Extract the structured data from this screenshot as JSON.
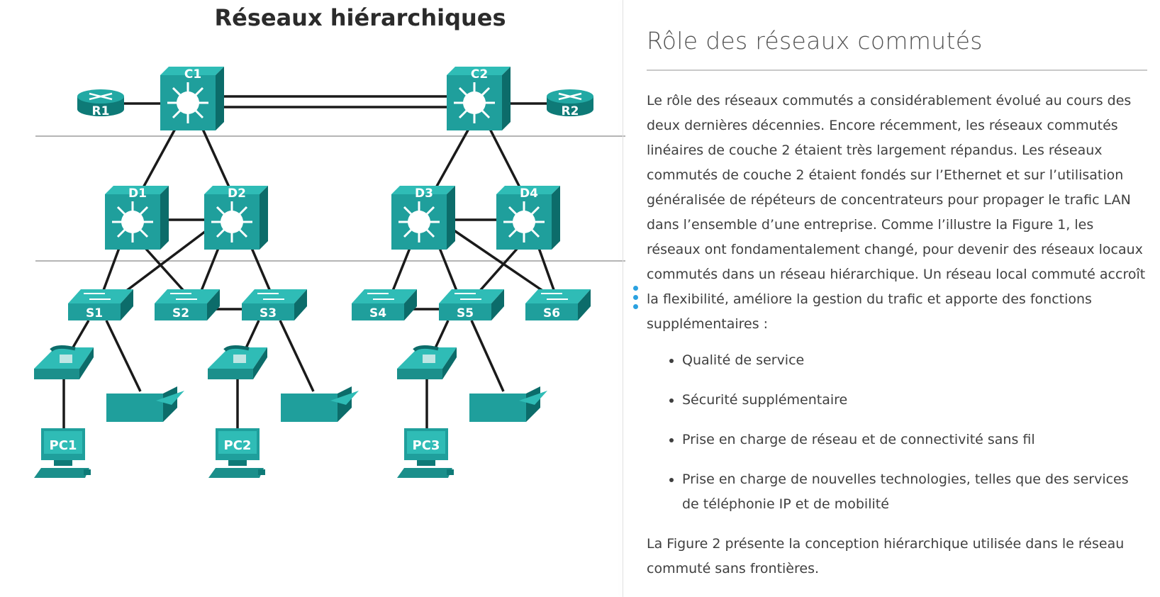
{
  "figure": {
    "title": "Réseaux hiérarchiques",
    "devices": {
      "C1": "C1",
      "C2": "C2",
      "R1": "R1",
      "R2": "R2",
      "D1": "D1",
      "D2": "D2",
      "D3": "D3",
      "D4": "D4",
      "S1": "S1",
      "S2": "S2",
      "S3": "S3",
      "S4": "S4",
      "S5": "S5",
      "S6": "S6",
      "PC1": "PC1",
      "PC2": "PC2",
      "PC3": "PC3"
    }
  },
  "colors": {
    "device_teal": "#1f9f9c",
    "device_dark": "#0c6c6a",
    "link": "#1a1a1a",
    "accent_dot": "#2aa1e0"
  },
  "article": {
    "heading": "Rôle des réseaux commutés",
    "paragraph1": "Le rôle des réseaux commutés a considérablement évolué au cours des deux dernières décennies. Encore récemment, les réseaux commutés linéaires de couche 2 étaient très largement répandus. Les réseaux commutés de couche 2 étaient fondés sur l’Ethernet et sur l’utilisation généralisée de répéteurs de concentrateurs pour propager le trafic LAN dans l’ensemble d’une entreprise. Comme l’illustre la Figure 1, les réseaux ont fondamentalement changé, pour devenir des réseaux locaux commutés dans un réseau hiérarchique. Un réseau local commuté accroît la flexibilité, améliore la gestion du trafic et apporte des fonctions supplémentaires :",
    "bullets": [
      "Qualité de service",
      "Sécurité supplémentaire",
      "Prise en charge de réseau et de connectivité sans fil",
      "Prise en charge de nouvelles technologies, telles que des services de téléphonie IP et de mobilité"
    ],
    "paragraph2": "La Figure 2 présente la conception hiérarchique utilisée dans le réseau commuté sans frontières."
  }
}
